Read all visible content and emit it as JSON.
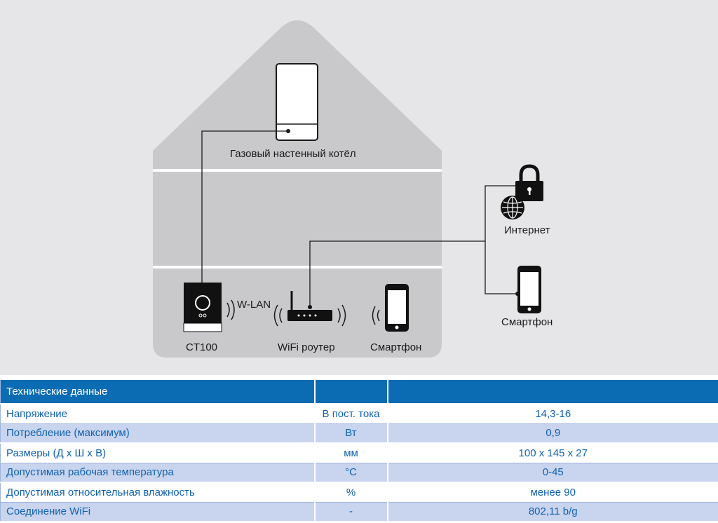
{
  "diagram": {
    "labels": {
      "boiler": "Газовый настенный котёл",
      "ct100": "CT100",
      "wlan": "W-LAN",
      "router": "WiFi роутер",
      "smartphone_home": "Смартфон",
      "internet": "Интернет",
      "smartphone_remote": "Смартфон"
    },
    "colors": {
      "house": "#c9c9cb",
      "background": "#e6e6e8",
      "line": "#1a1a1a"
    }
  },
  "table": {
    "header": [
      "Технические данные",
      "",
      ""
    ],
    "rows": [
      [
        "Напряжение",
        "В пост. тока",
        "14,3-16"
      ],
      [
        "Потребление (максимум)",
        "Вт",
        "0,9"
      ],
      [
        "Размеры (Д х Ш х В)",
        "мм",
        "100 x 145 x 27"
      ],
      [
        "Допустимая рабочая температура",
        "°C",
        "0-45"
      ],
      [
        "Допустимая относительная влажность",
        "%",
        "менее 90"
      ],
      [
        "Соединение WiFi",
        "-",
        "802,11 b/g"
      ]
    ],
    "colors": {
      "header_bg": "#0b6cb4",
      "row_alt_bg": "#c9d4ee",
      "text": "#1262ad"
    }
  }
}
